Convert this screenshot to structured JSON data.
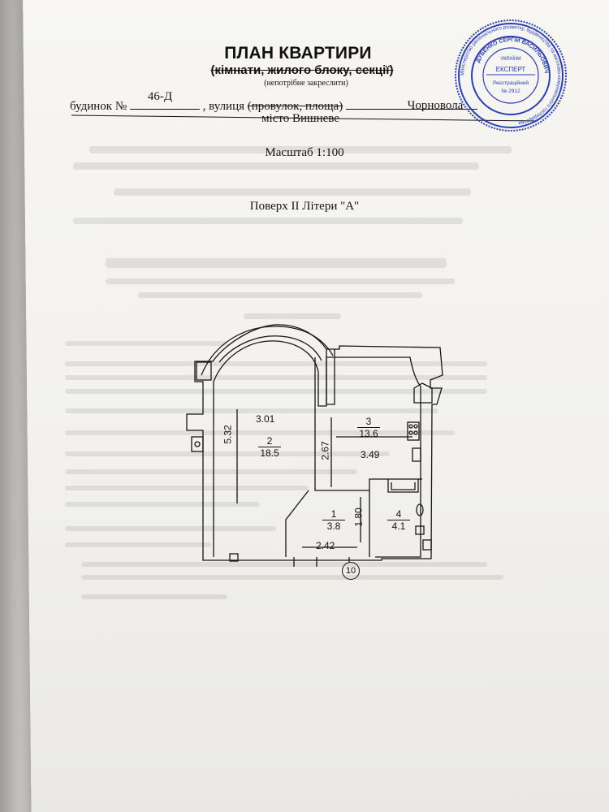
{
  "document": {
    "title": "ПЛАН КВАРТИРИ",
    "subtitle": "(кімнати, жилого блоку, секції)",
    "subtitle_note": "(непотрібне закреслити)",
    "address": {
      "house_label": "будинок №",
      "house_number": "46-Д",
      "street_label": ", вулиця",
      "street_struck": "(провулок, площа)",
      "street_name": "Чорновола",
      "city": "місто Вишневе"
    },
    "scale": "Масштаб 1:100",
    "floor": "Поверх II Літери \"А\""
  },
  "plan": {
    "dimensions": {
      "d532": "5.32",
      "d301": "3.01",
      "d267": "2.67",
      "d349": "3.49",
      "d180": "1.80",
      "d242": "2.42"
    },
    "rooms": [
      {
        "number": "2",
        "area": "18.5"
      },
      {
        "number": "3",
        "area": "13.6"
      },
      {
        "number": "1",
        "area": "3.8"
      },
      {
        "number": "4",
        "area": "4.1"
      }
    ],
    "axis": "10"
  },
  "stamp": {
    "outer_text": "Міністерство регіонального розвитку, будівництва та житлово-комунального господарства",
    "country": "УКРАЇНИ",
    "role": "ЕКСПЕРТ",
    "registry_label": "Реєстраційний",
    "registry_number": "№ 2912",
    "name": "ДУБЕНКО СЕРГІЙ ВАСИЛЬОВИЧ",
    "ink_color": "#2a3fb5"
  }
}
